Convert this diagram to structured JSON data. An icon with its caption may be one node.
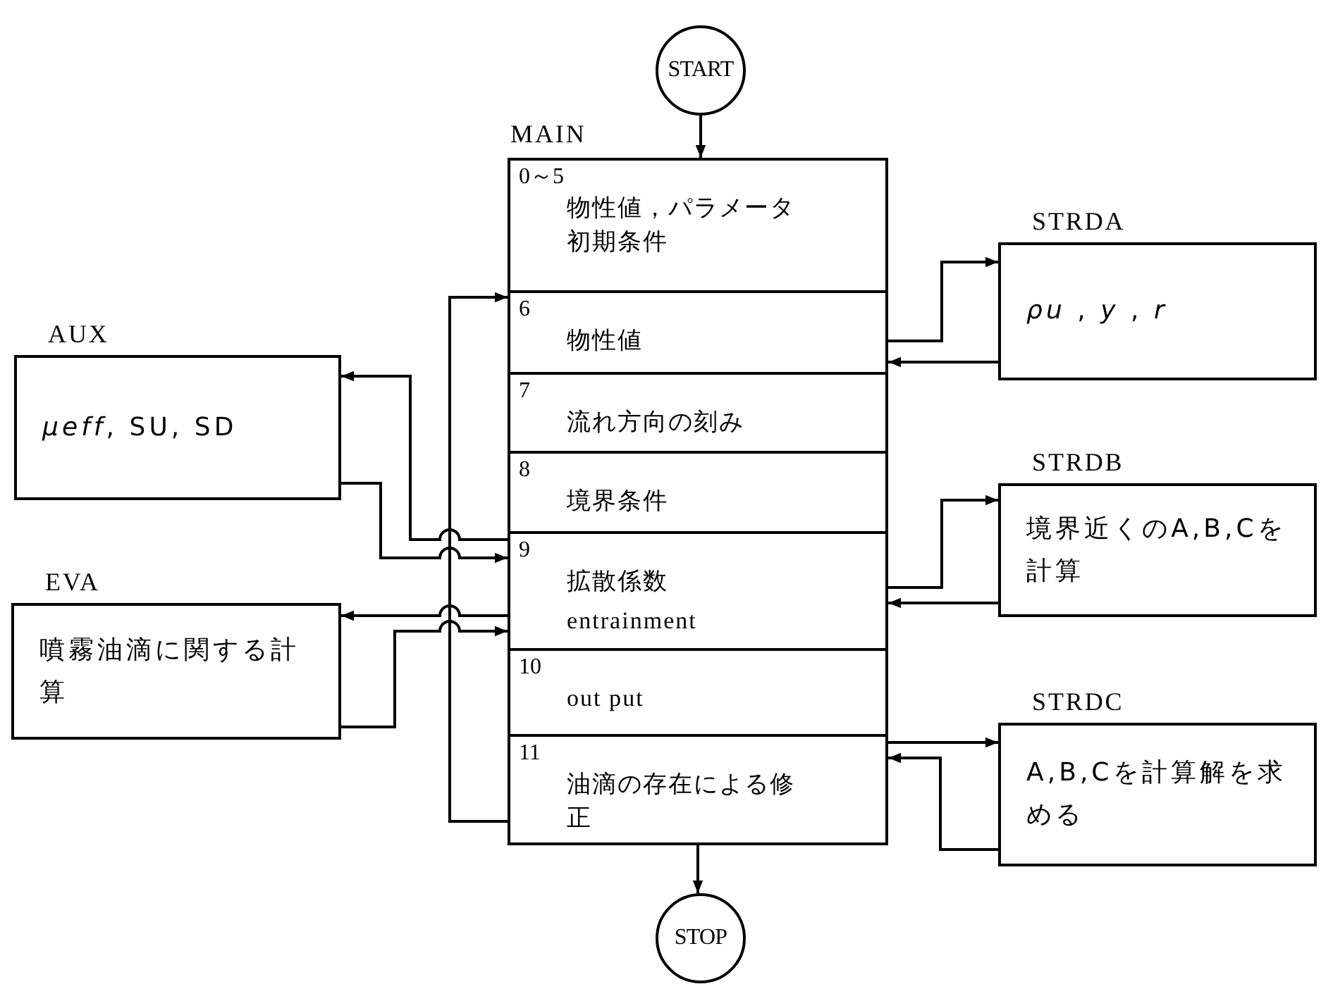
{
  "diagram": {
    "nodes": [
      {
        "text": [
          "START"
        ]
      },
      {
        "text": [
          "MAIN"
        ]
      },
      {
        "text": [
          "0～5",
          "物性値，パラメータ初期条件"
        ],
        "in": 1
      },
      {
        "text": [
          "6",
          "物性値"
        ],
        "in": 1
      },
      {
        "text": [
          "7",
          "流れ方向の刻み"
        ],
        "in": 1
      },
      {
        "text": [
          "8",
          "境界条件"
        ],
        "in": 1
      },
      {
        "text": [
          "9",
          "拡散係数",
          "entrainment"
        ],
        "in": 1
      },
      {
        "text": [
          "10",
          "out put"
        ],
        "in": 1
      },
      {
        "text": [
          "11",
          "油滴の存在による修正"
        ],
        "in": 1
      },
      {
        "text": [
          "STOP"
        ]
      },
      {
        "text": [
          "AUX",
          "*μeff*, SU, SD"
        ]
      },
      {
        "text": [
          "EVA",
          "噴霧油滴に関する計算"
        ]
      },
      {
        "text": [
          "STRDA",
          "*ρu* , *y* , *r*"
        ]
      },
      {
        "text": [
          "STRDB",
          "境界近くのA,B,Cを計算"
        ]
      },
      {
        "text": [
          "STRDC",
          "A,B,Cを計算解を求める"
        ]
      }
    ],
    "edges": [
      {
        "from": 0,
        "to": 1,
        "arrow": "to"
      },
      {
        "from": 1,
        "to": 9,
        "arrow": "to"
      },
      {
        "from": 8,
        "to": 3,
        "arrow": "to"
      },
      {
        "from": 6,
        "to": 10,
        "arrow": "to"
      },
      {
        "from": 10,
        "to": 6,
        "arrow": "to"
      },
      {
        "from": 6,
        "to": 11,
        "arrow": "to"
      },
      {
        "from": 11,
        "to": 6,
        "arrow": "to"
      },
      {
        "from": 3,
        "to": 12,
        "arrow": "to"
      },
      {
        "from": 12,
        "to": 3,
        "arrow": "to"
      },
      {
        "from": 6,
        "to": 13,
        "arrow": "to"
      },
      {
        "from": 13,
        "to": 6,
        "arrow": "to"
      },
      {
        "from": 8,
        "to": 14,
        "arrow": "to"
      },
      {
        "from": 14,
        "to": 8,
        "arrow": "to"
      }
    ]
  }
}
